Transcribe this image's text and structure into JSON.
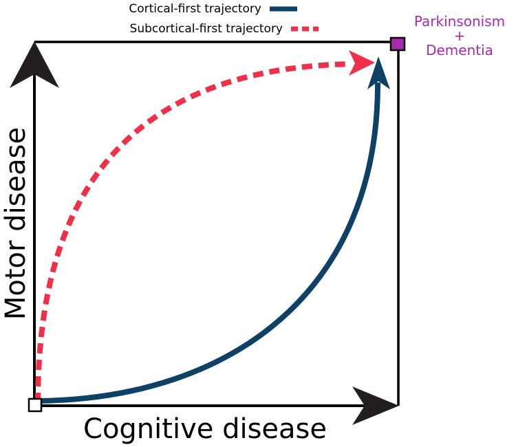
{
  "legend": {
    "cortical_label": "Cortical-first trajectory",
    "subcortical_label": "Subcortical-first trajectory"
  },
  "axes": {
    "x_label": "Cognitive disease",
    "y_label": "Motor disease"
  },
  "endpoint": {
    "line1": "Parkinsonism",
    "line2": "+",
    "line3": "Dementia"
  },
  "colors": {
    "cortical": "#0e4166",
    "subcortical": "#f03049",
    "endpoint": "#a62ab0",
    "axis": "#000000",
    "arrowhead": "#231f20"
  }
}
